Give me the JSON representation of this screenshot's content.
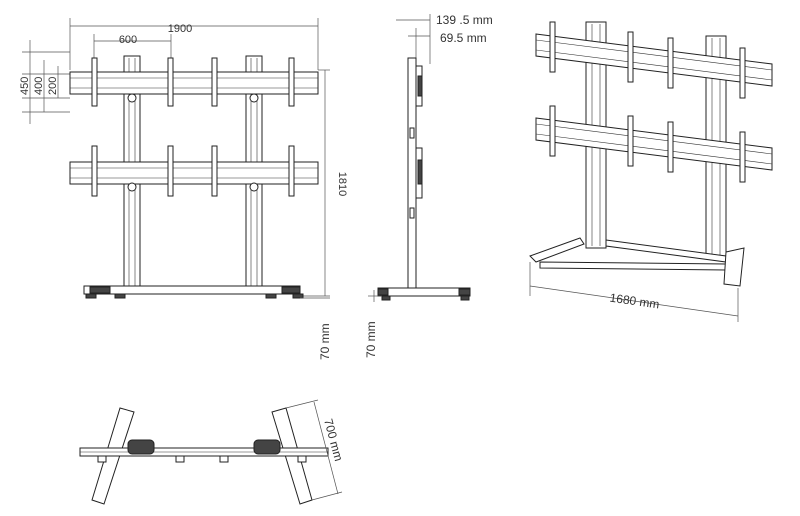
{
  "front_view": {
    "width_label": "1900",
    "spacing_label": "600",
    "height_label": "1810",
    "left_labels": [
      "450",
      "400",
      "200"
    ],
    "foot_label": "70 mm"
  },
  "side_view": {
    "depth_label": "139 .5 mm",
    "offset_label": "69.5 mm",
    "foot_label": "70 mm"
  },
  "iso_view": {
    "base_label": "1680 mm"
  },
  "plan_view": {
    "foot_length_label": "700 mm"
  }
}
